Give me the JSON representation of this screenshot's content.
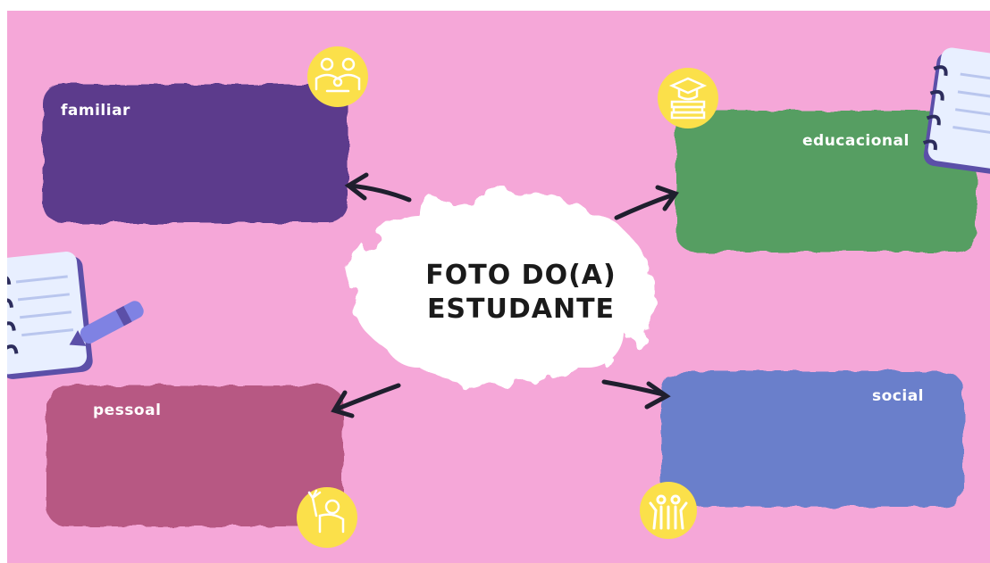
{
  "center": {
    "line1": "FOTO DO(A)",
    "line2": "ESTUDANTE"
  },
  "boxes": {
    "familiar": {
      "label": "familiar",
      "color": "#5b3b8c",
      "icon": "family-icon"
    },
    "educacional": {
      "label": "educacional",
      "color": "#569e62",
      "icon": "graduation-books-icon"
    },
    "pessoal": {
      "label": "pessoal",
      "color": "#b75883",
      "icon": "person-waving-icon"
    },
    "social": {
      "label": "social",
      "color": "#6a7fcb",
      "icon": "group-people-icon"
    }
  },
  "colors": {
    "background": "#f5a7d8",
    "badge": "#fbe04a",
    "arrow": "#1f1f2e",
    "notebook": "#e8efff",
    "pen": "#7f82e3"
  }
}
